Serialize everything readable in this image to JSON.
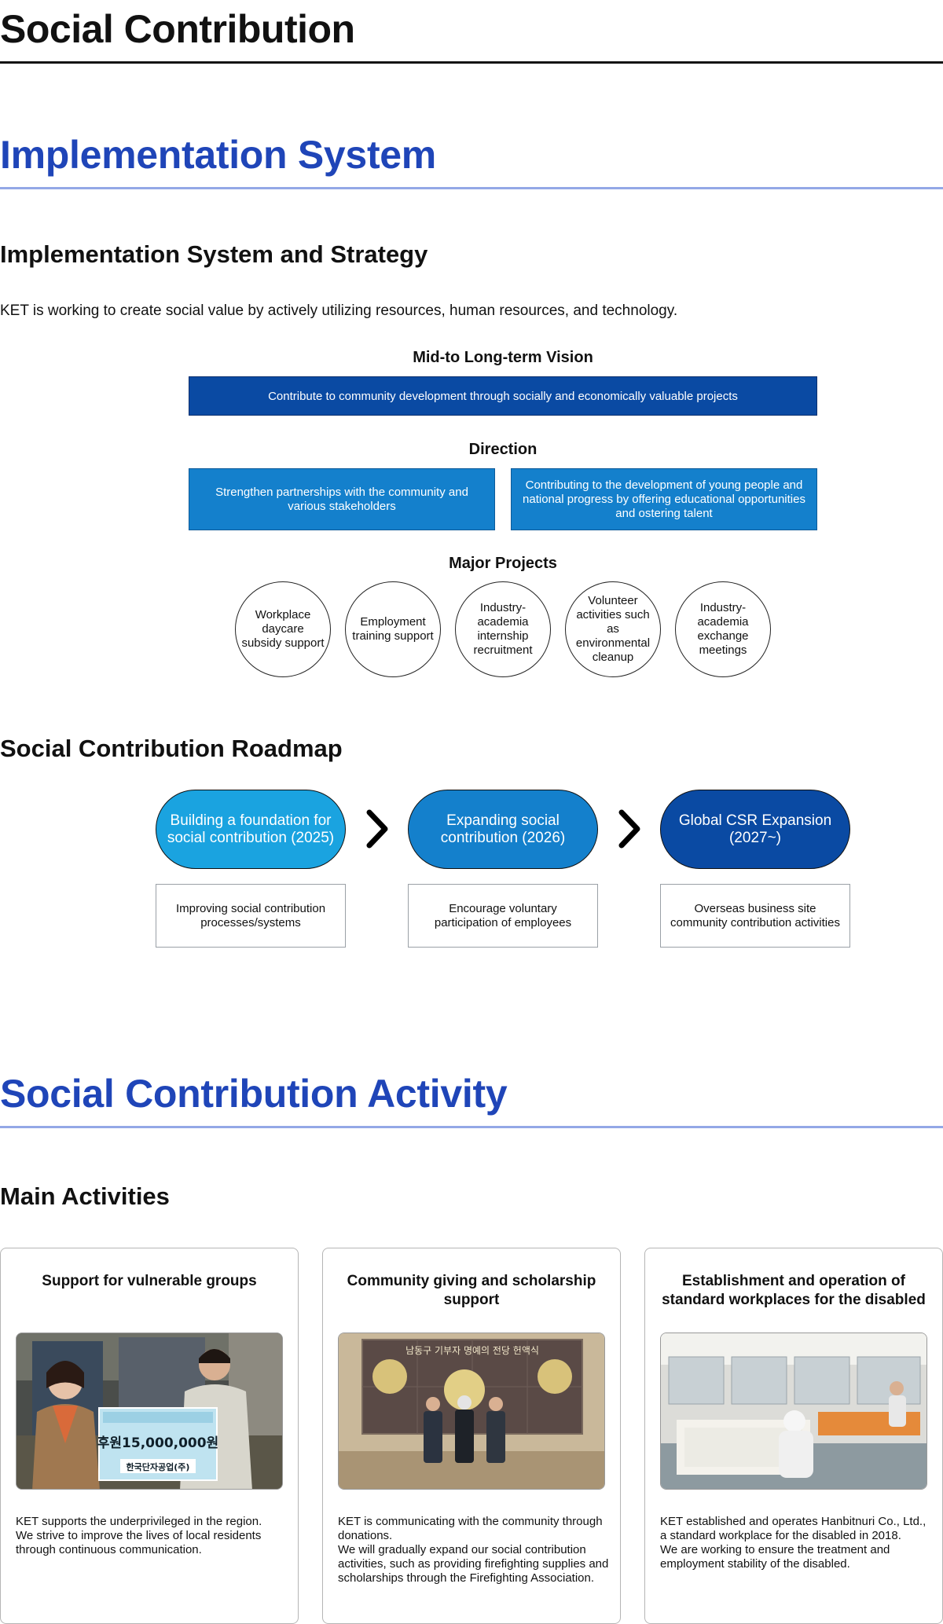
{
  "page": {
    "title": "Social Contribution"
  },
  "implementation": {
    "section_title": "Implementation System",
    "subsection_title": "Implementation System and Strategy",
    "intro": "KET is working to create social value by actively utilizing resources, human resources, and technology.",
    "vision_label": "Mid-to Long-term Vision",
    "vision_text": "Contribute to community development through socially and economically valuable projects",
    "direction_label": "Direction",
    "directions": [
      "Strengthen partnerships with the community and various stakeholders",
      "Contributing to the development of young people and national progress by offering educational opportunities and ostering talent"
    ],
    "projects_label": "Major Projects",
    "projects": [
      "Workplace daycare subsidy support",
      "Employment training support",
      "Industry-academia internship recruitment",
      "Volunteer activities such as environmental cleanup",
      "Industry-academia exchange meetings"
    ]
  },
  "roadmap": {
    "title": "Social Contribution Roadmap",
    "stages": [
      {
        "label": "Building a foundation for social contribution (2025)",
        "color": "#1aa3e0",
        "detail": "Improving social contribution processes/systems"
      },
      {
        "label": "Expanding social contribution (2026)",
        "color": "#1480cc",
        "detail": "Encourage voluntary participation of employees"
      },
      {
        "label": "Global CSR Expansion (2027~)",
        "color": "#0a4aa3",
        "detail": "Overseas business site community contribution activities"
      }
    ]
  },
  "activity": {
    "section_title": "Social Contribution Activity",
    "subsection_title": "Main Activities",
    "cards": [
      {
        "title": "Support for vulnerable groups",
        "photo_sign": "후원15,000,000원",
        "photo_caption": "한국단자공업(주)",
        "text": "KET supports the underprivileged in the region.\nWe strive to improve the lives of local residents through continuous communication."
      },
      {
        "title": "Community giving and scholarship support",
        "photo_sign": "남동구 기부자 명예의 전당 헌액식",
        "text": "KET is communicating with the community through donations.\nWe will gradually expand our social contribution activities, such as providing firefighting supplies and scholarships through the Firefighting Association."
      },
      {
        "title": "Establishment and operation of standard workplaces for the disabled",
        "text": "KET established and operates Hanbitnuri Co., Ltd., a standard workplace for the disabled in 2018.\nWe are working to ensure the treatment and employment stability of the disabled."
      }
    ]
  }
}
